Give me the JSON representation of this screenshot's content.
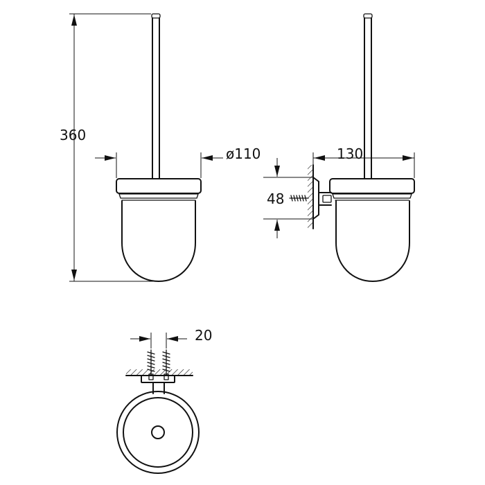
{
  "drawing": {
    "dimensions": {
      "height": "360",
      "bowl_diameter": "ø110",
      "depth": "130",
      "wall_plate": "48",
      "screw_spacing": "20"
    }
  }
}
